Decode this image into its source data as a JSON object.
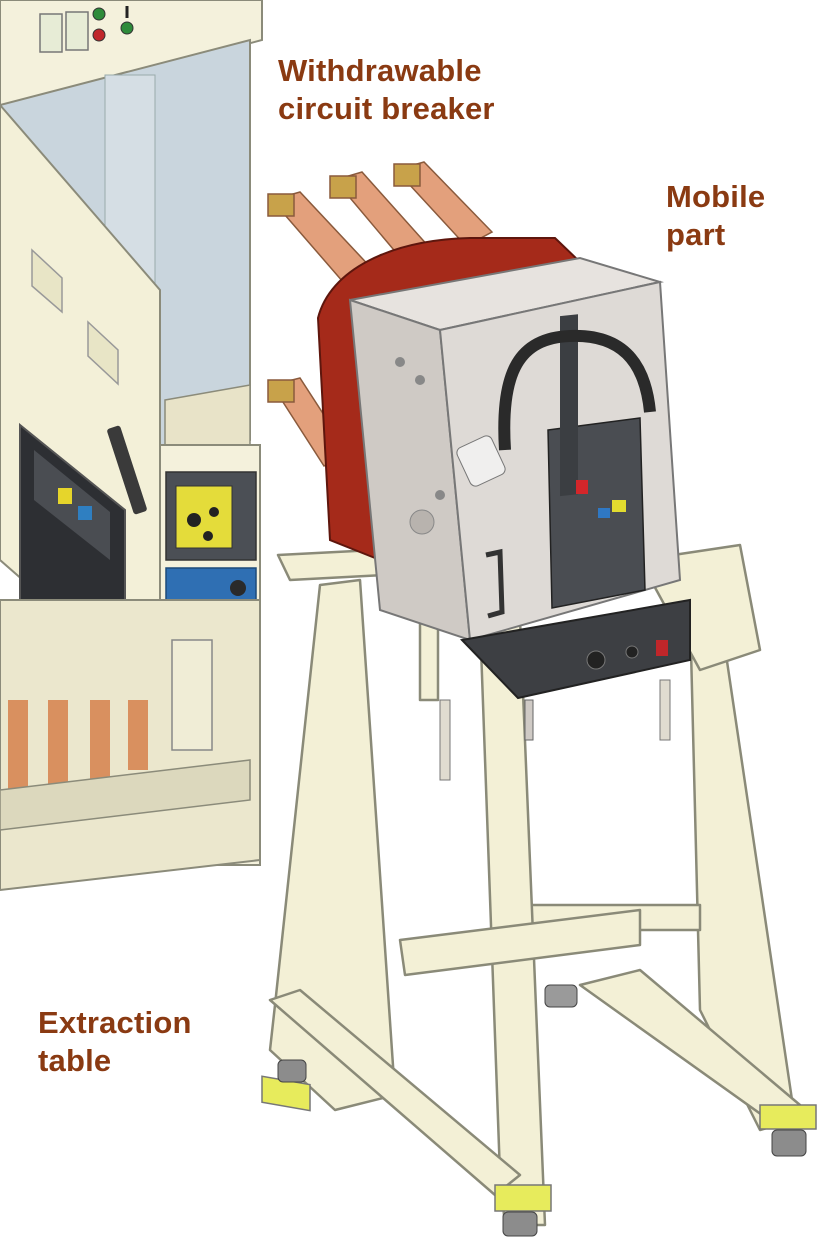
{
  "labels": {
    "withdrawable": [
      "Withdrawable",
      "circuit breaker"
    ],
    "mobile_part": [
      "Mobile",
      "part"
    ],
    "extraction_table": [
      "Extraction",
      "table"
    ]
  },
  "colors": {
    "label_text": "#8a3a12",
    "switchgear_panel": "#f2efd8",
    "switchgear_interior": "#c8d4dc",
    "breaker_body": "#d9d4d0",
    "terminal_copper": "#e3a07c",
    "insulator_red": "#a52a1a",
    "table_frame": "#f3f0d6",
    "caster_yellow": "#e7eb5c"
  }
}
